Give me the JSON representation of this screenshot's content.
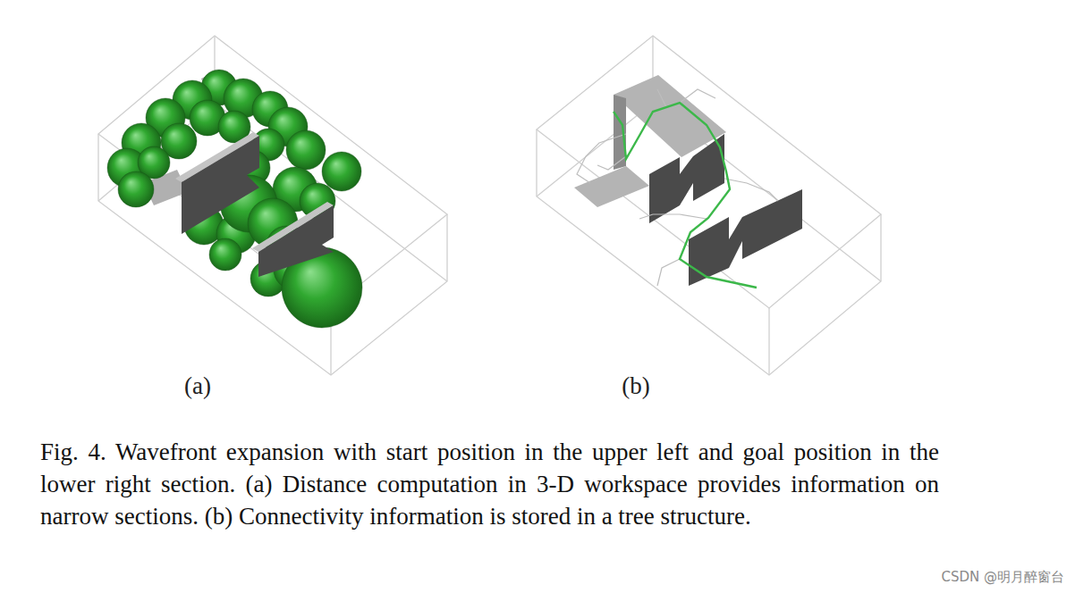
{
  "diagram": {
    "caption": "Fig. 4. Wavefront expansion with start position in the upper left and goal position in the lower right section. (a) Distance computation in 3-D workspace provides information on narrow sections. (b) Connectivity information is stored in a tree structure.",
    "labels": [
      "(a)",
      "(b)",
      "CSDN @明月醉窗台"
    ]
  }
}
